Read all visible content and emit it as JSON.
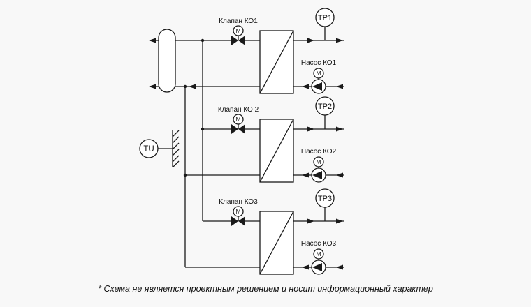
{
  "page": {
    "background": "#f8f8f8",
    "line_color": "#1a1a1a",
    "footnote": "* Схема не является проектным решением и носит информационный характер"
  },
  "source": {
    "label": "TU"
  },
  "motor_label": "M",
  "circuits": [
    {
      "valve_label": "Клапан КО1",
      "sensor_label": "ТР1",
      "pump_label": "Насос КО1"
    },
    {
      "valve_label": "Клапан КО 2",
      "sensor_label": "ТР2",
      "pump_label": "Насос КО2"
    },
    {
      "valve_label": "Клапан КО3",
      "sensor_label": "ТР3",
      "pump_label": "Насос КО3"
    }
  ]
}
